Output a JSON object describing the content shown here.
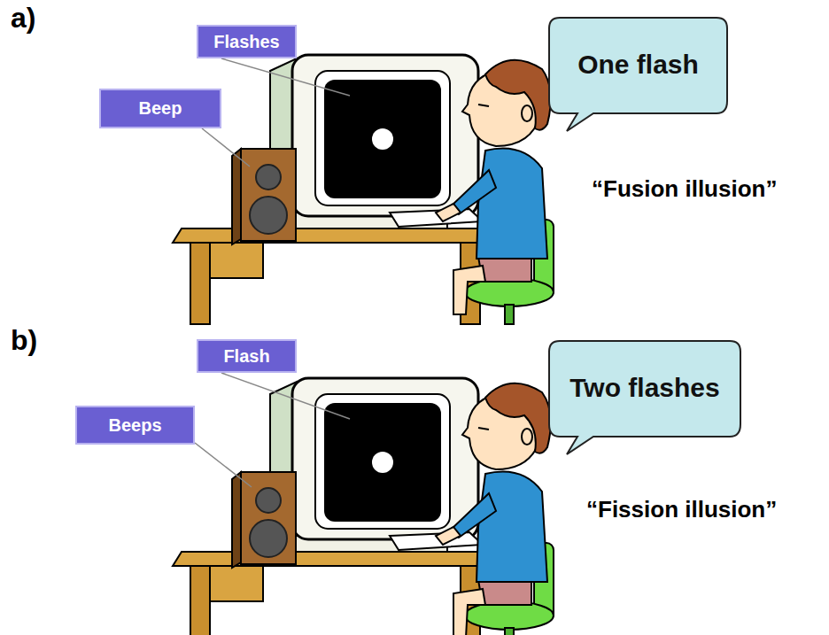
{
  "diagram": {
    "nodes": [
      {
        "text": [
          "Flashes"
        ]
      },
      {
        "text": [
          "Beep"
        ]
      },
      {
        "text": [
          "One flash"
        ]
      },
      {
        "text": [
          "Flash"
        ]
      },
      {
        "text": [
          "Beeps"
        ]
      },
      {
        "text": [
          "Two flashes"
        ]
      }
    ],
    "labels": [
      "a)",
      "“Fusion illusion”",
      "b)",
      "“Fission illusion”"
    ]
  }
}
